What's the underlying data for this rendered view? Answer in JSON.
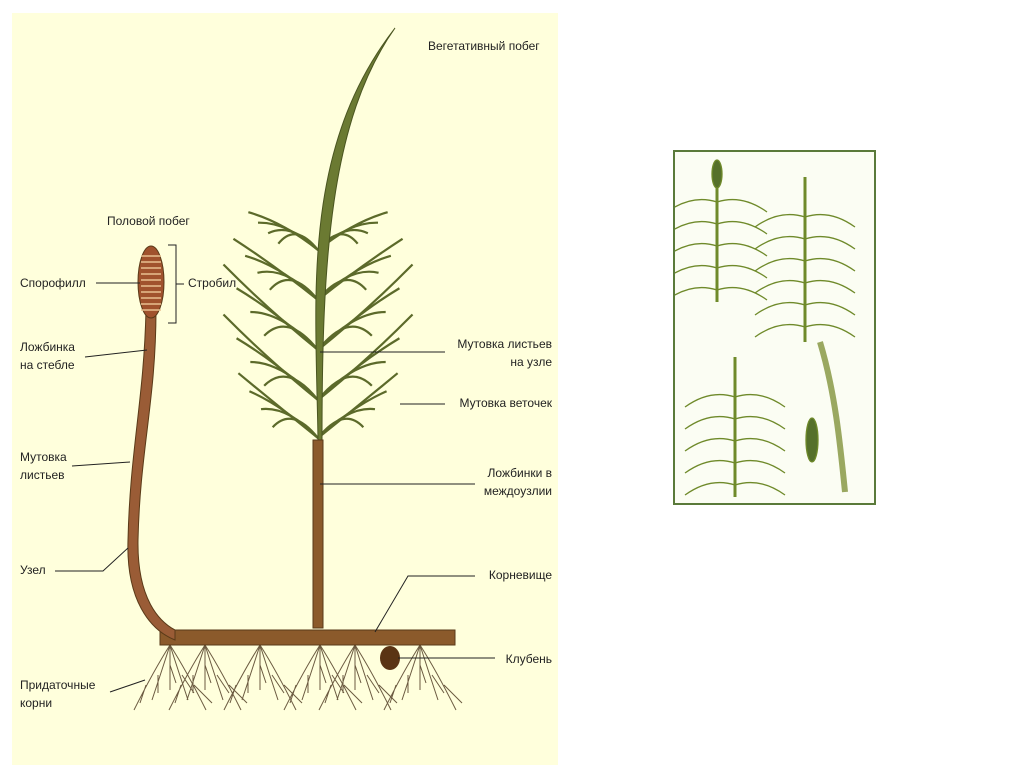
{
  "diagram": {
    "title_vegetative": "Вегетативный побег",
    "title_fertile": "Половой побег",
    "labels_left": {
      "sporophyll": "Спорофилл",
      "strobile": "Стробил",
      "groove_line1": "Ложбинка",
      "groove_line2": "на стебле",
      "whorl_line1": "Мутовка",
      "whorl_line2": "листьев",
      "node": "Узел",
      "roots_line1": "Придаточные",
      "roots_line2": "корни"
    },
    "labels_right": {
      "leaf_whorl_line1": "Мутовка листьев",
      "leaf_whorl_line2": "на узле",
      "branch_whorl": "Мутовка веточек",
      "internode_line1": "Ложбинки в",
      "internode_line2": "междоузлии",
      "rhizome": "Корневище",
      "tuber": "Клубень"
    },
    "colors": {
      "background": "#ffffdc",
      "stem_brown": "#8b5a2b",
      "shoot_green": "#6b7a32",
      "photo_green": "#5a7a3a"
    }
  }
}
